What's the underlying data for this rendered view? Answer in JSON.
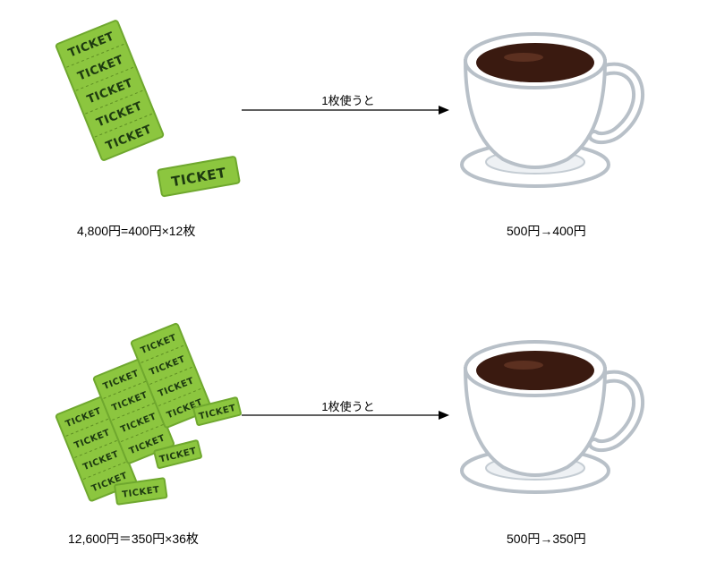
{
  "scenes": [
    {
      "ticket_caption": "4,800円=400円×12枚",
      "arrow_label": "1枚使うと",
      "coffee_caption": "500円→400円"
    },
    {
      "ticket_caption": "12,600円＝350円×36枚",
      "arrow_label": "1枚使うと",
      "coffee_caption": "500円→350円"
    }
  ],
  "ticket_word": "TICKET",
  "colors": {
    "ticket_green": "#8cc63f",
    "ticket_text": "#1d3a10",
    "coffee": "#3a1a10",
    "cup_outline": "#b8c0c8",
    "arrow": "#000000"
  }
}
